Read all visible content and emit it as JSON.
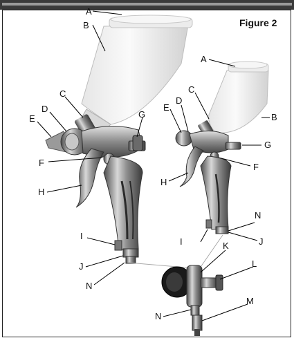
{
  "figure": {
    "title": "Figure 2"
  },
  "labels": {
    "A": "A",
    "B": "B",
    "C": "C",
    "D": "D",
    "E": "E",
    "F": "F",
    "G": "G",
    "H": "H",
    "I": "I",
    "J": "J",
    "K": "K",
    "L": "L",
    "M": "M",
    "N": "N"
  }
}
